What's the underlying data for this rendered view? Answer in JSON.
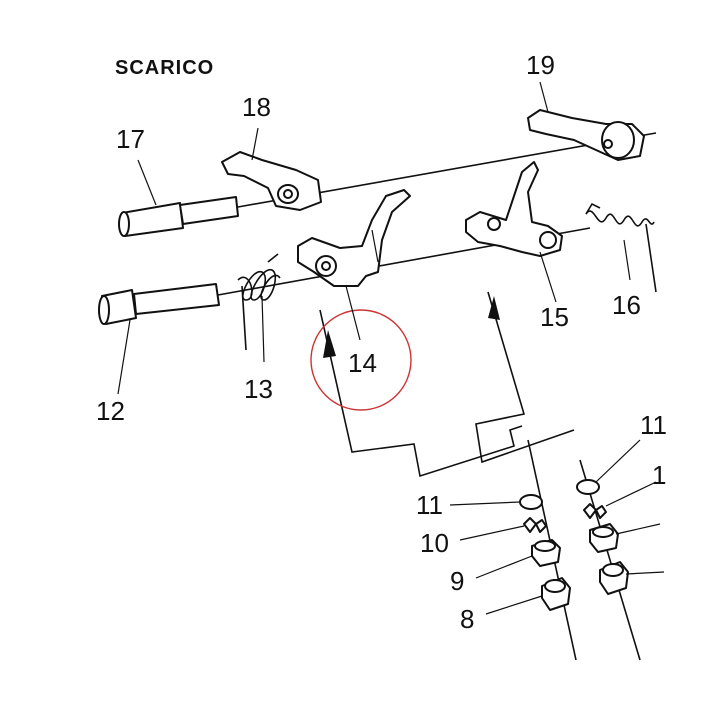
{
  "title": "SCARICO",
  "labels": {
    "p8": "8",
    "p9": "9",
    "p10": "10",
    "p11": "11",
    "p12": "12",
    "p13": "13",
    "p14": "14",
    "p15": "15",
    "p16": "16",
    "p17": "17",
    "p18": "18",
    "p19": "19",
    "p11r": "11",
    "p10r": "1"
  },
  "colors": {
    "ink": "#111111",
    "highlight_circle": "#cc3333",
    "background": "#ffffff"
  }
}
